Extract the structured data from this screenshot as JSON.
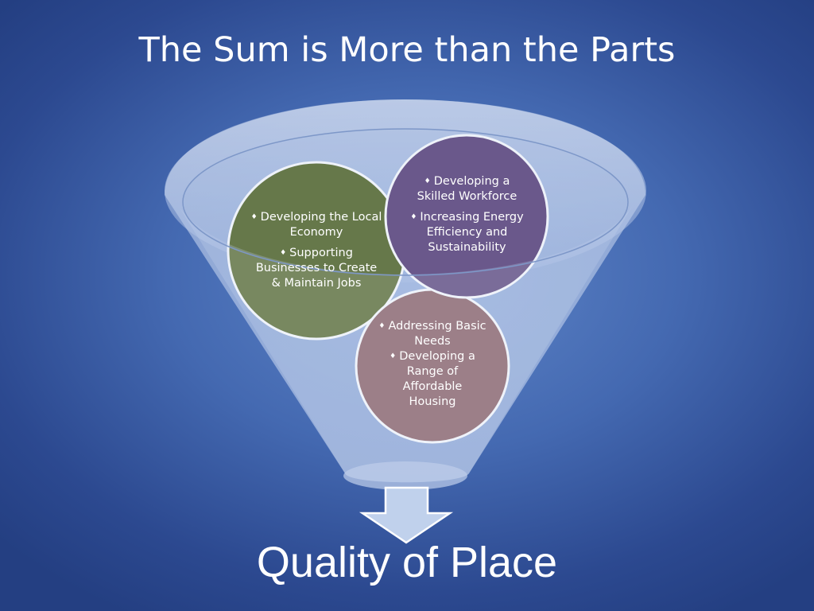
{
  "title": "The Sum is More than the Parts",
  "circles": {
    "economy": {
      "items": [
        "Developing the Local Economy",
        "Supporting Businesses to Create & Maintain Jobs"
      ],
      "color": "#5a6b2a"
    },
    "workforce": {
      "items": [
        "Developing a Skilled Workforce",
        "Increasing Energy Efficiency and Sustainability"
      ],
      "color": "#5e4479"
    },
    "housing": {
      "items": [
        "Addressing Basic Needs",
        "Developing a Range of Affordable Housing"
      ],
      "color": "#8d5f62"
    }
  },
  "bullet_glyph": "♦",
  "result": "Quality of Place"
}
